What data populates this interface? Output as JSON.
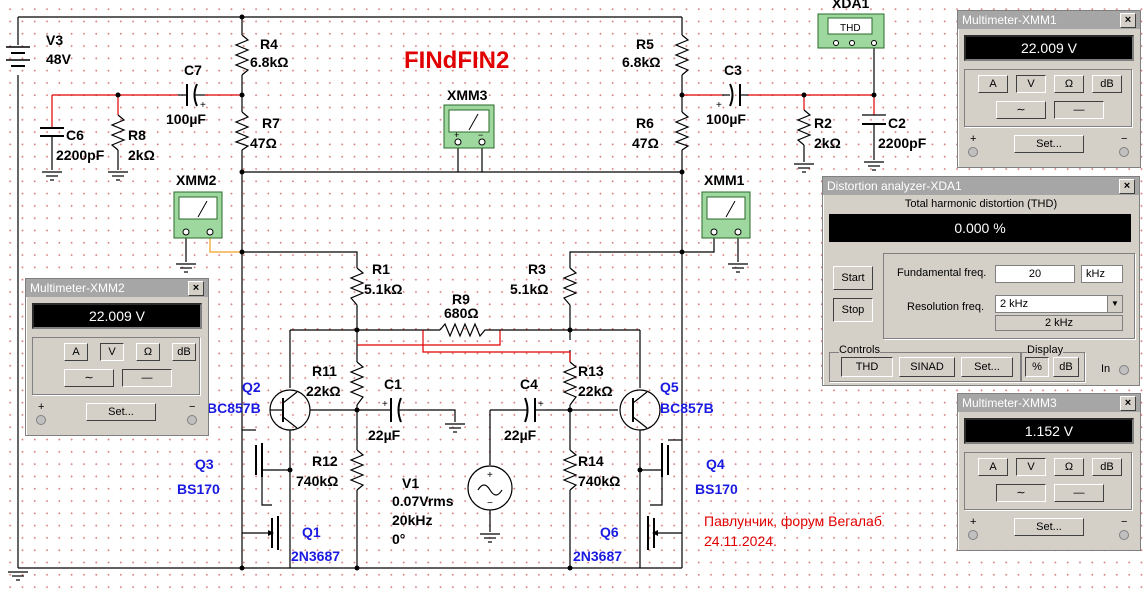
{
  "circuit": {
    "title": "FINdFIN2",
    "author_note": "Павлунчик, форум Вегалаб",
    "date": "24.11.2024.",
    "v3": {
      "name": "V3",
      "value": "48V"
    },
    "r4": {
      "name": "R4",
      "value": "6.8kΩ"
    },
    "r5": {
      "name": "R5",
      "value": "6.8kΩ"
    },
    "r7": {
      "name": "R7",
      "value": "47Ω"
    },
    "r6": {
      "name": "R6",
      "value": "47Ω"
    },
    "c7": {
      "name": "C7",
      "value": "100µF"
    },
    "c3": {
      "name": "C3",
      "value": "100µF"
    },
    "c6": {
      "name": "C6",
      "value": "2200pF"
    },
    "c2": {
      "name": "C2",
      "value": "2200pF"
    },
    "r8": {
      "name": "R8",
      "value": "2kΩ"
    },
    "r2": {
      "name": "R2",
      "value": "2kΩ"
    },
    "r1": {
      "name": "R1",
      "value": "5.1kΩ"
    },
    "r3": {
      "name": "R3",
      "value": "5.1kΩ"
    },
    "r9": {
      "name": "R9",
      "value": "680Ω"
    },
    "r11": {
      "name": "R11",
      "value": "22kΩ"
    },
    "r13": {
      "name": "R13",
      "value": "22kΩ"
    },
    "r12": {
      "name": "R12",
      "value": "740kΩ"
    },
    "r14": {
      "name": "R14",
      "value": "740kΩ"
    },
    "c1": {
      "name": "C1",
      "value": "22µF"
    },
    "c4": {
      "name": "C4",
      "value": "22µF"
    },
    "v1": {
      "name": "V1",
      "line1": "0.07Vrms",
      "line2": "20kHz",
      "line3": "0°"
    },
    "q2": {
      "name": "Q2",
      "type": "BC857B"
    },
    "q5": {
      "name": "Q5",
      "type": "BC857B"
    },
    "q3": {
      "name": "Q3",
      "type": "BS170"
    },
    "q4": {
      "name": "Q4",
      "type": "BS170"
    },
    "q1": {
      "name": "Q1",
      "type": "2N3687"
    },
    "q6": {
      "name": "Q6",
      "type": "2N3687"
    },
    "xmm1": "XMM1",
    "xmm2": "XMM2",
    "xmm3": "XMM3",
    "xda1": "XDA1",
    "xda1_box": "THD",
    "plus": "+",
    "minus": "−"
  },
  "multimeters": {
    "xmm1": {
      "title": "Multimeter-XMM1",
      "reading": "22.009 V"
    },
    "xmm2": {
      "title": "Multimeter-XMM2",
      "reading": "22.009 V"
    },
    "xmm3": {
      "title": "Multimeter-XMM3",
      "reading": "1.152 V"
    },
    "buttons": {
      "amp": "A",
      "volt": "V",
      "ohm": "Ω",
      "db": "dB",
      "set": "Set...",
      "ac": "∼",
      "dc": "—"
    },
    "close": "×"
  },
  "analyzer": {
    "title": "Distortion analyzer-XDA1",
    "heading": "Total harmonic distortion (THD)",
    "reading": "0.000 %",
    "start": "Start",
    "stop": "Stop",
    "fundamental_label": "Fundamental freq.",
    "fundamental_value": "20",
    "fundamental_unit": "kHz",
    "resolution_label": "Resolution freq.",
    "resolution_value": "2 kHz",
    "resolution_display": "2 kHz",
    "controls_label": "Controls",
    "display_label": "Display",
    "thd": "THD",
    "sinad": "SINAD",
    "set": "Set...",
    "percent": "%",
    "db": "dB",
    "in": "In"
  }
}
